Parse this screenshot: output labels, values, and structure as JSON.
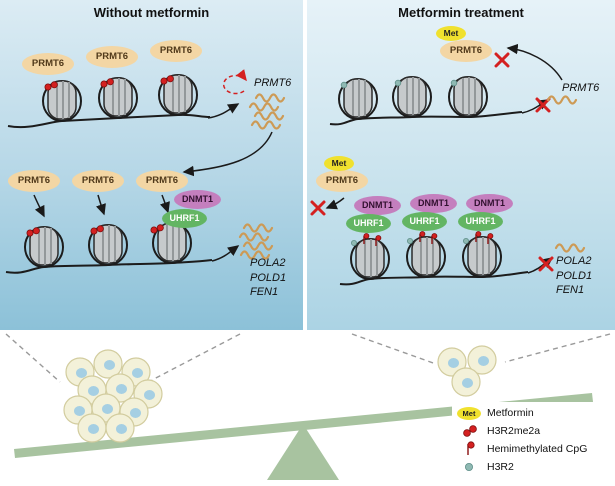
{
  "left_panel": {
    "title": "Without metformin",
    "prmt6": "PRMT6",
    "prmt6_gene": "PRMT6",
    "dnmt1": "DNMT1",
    "uhrf1": "UHRF1",
    "gene1": "POLA2",
    "gene2": "POLD1",
    "gene3": "FEN1"
  },
  "right_panel": {
    "title": "Metformin treatment",
    "met": "Met",
    "prmt6": "PRMT6",
    "prmt6_gene": "PRMT6",
    "dnmt1": "DNMT1",
    "uhrf1": "UHRF1",
    "gene1": "POLA2",
    "gene2": "POLD1",
    "gene3": "FEN1"
  },
  "legend": {
    "met_icon_text": "Met",
    "items": [
      {
        "icon": "metformin-icon",
        "label": "Metformin"
      },
      {
        "icon": "h3r2me2a-icon",
        "label": "H3R2me2a"
      },
      {
        "icon": "hemimethylated-cpg-icon",
        "label": "Hemimethylated CpG"
      },
      {
        "icon": "h3r2-icon",
        "label": "H3R2"
      }
    ]
  },
  "colors": {
    "prmt6_fill": "#f3d6a4",
    "met_fill": "#f0e12e",
    "dnmt1_fill": "#c47fbe",
    "uhrf1_fill": "#63b563",
    "mrna": "#cd9a55",
    "red_mark": "#d42020",
    "h3r2_dot": "#8fb9b3",
    "seesaw": "#a8c3a0",
    "cell_fill": "#f3f1d9",
    "cell_nucleus": "#a5cfe3"
  }
}
